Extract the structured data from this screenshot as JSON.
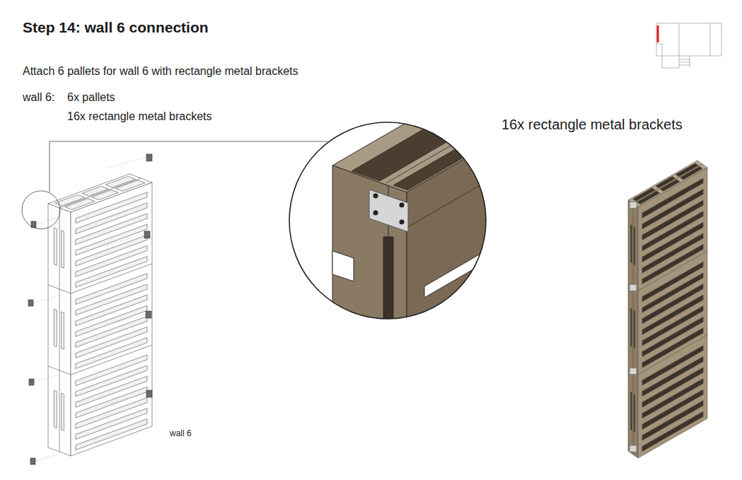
{
  "diagram": {
    "title": "Step 14:  wall 6 connection",
    "labels": [
      "Attach 6 pallets for wall 6 with rectangle metal brackets",
      "wall 6:",
      "6x pallets",
      "16x rectangle metal brackets",
      "16x rectangle metal brackets",
      "wall 6"
    ]
  }
}
